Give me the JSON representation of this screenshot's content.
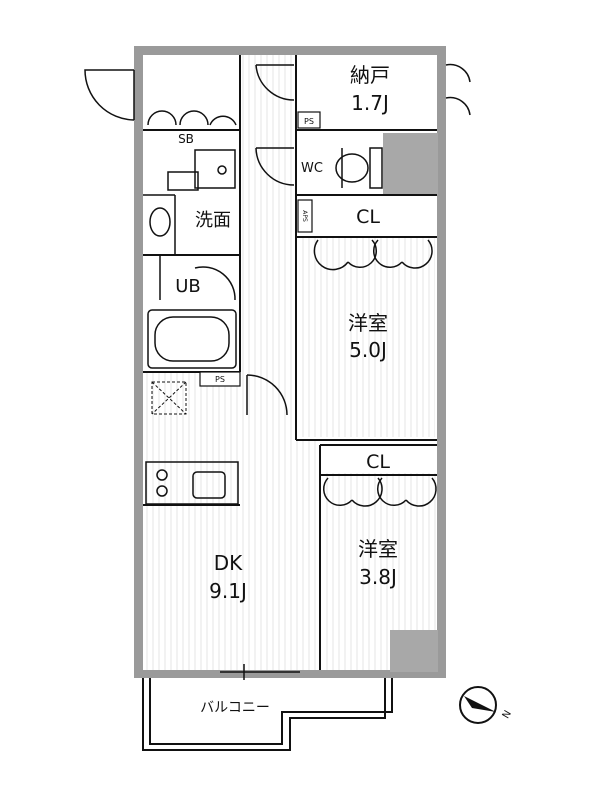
{
  "rooms": {
    "storage": {
      "name": "納戸",
      "size": "1.7J"
    },
    "wc": "WC",
    "ps": "PS",
    "aps": "APS",
    "sb": "SB",
    "washroom": "洗面",
    "ub": "UB",
    "closet": "CL",
    "western1": {
      "name": "洋室",
      "size": "5.0J"
    },
    "western2": {
      "name": "洋室",
      "size": "3.8J"
    },
    "dk": {
      "name": "DK",
      "size": "9.1J"
    },
    "balcony": "バルコニー"
  },
  "compass": {
    "direction": "N",
    "icon": "north-arrow-icon"
  },
  "colors": {
    "wall": "#9a9a9a",
    "shade": "#c8c8c8",
    "floor": "#f2f2f2",
    "line": "#111111"
  }
}
